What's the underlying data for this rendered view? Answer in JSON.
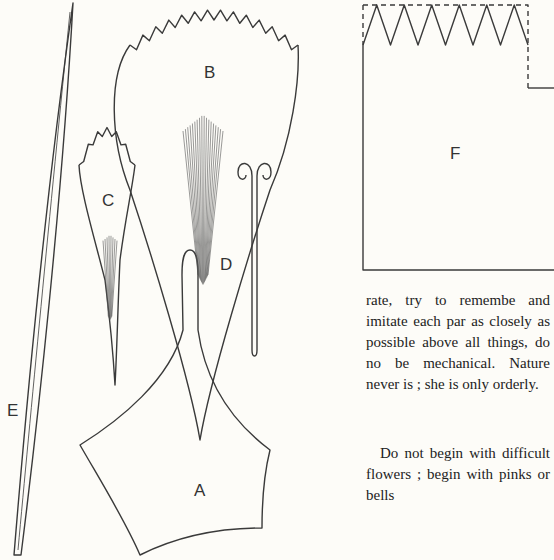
{
  "diagram": {
    "labels": [
      "A",
      "B",
      "C",
      "D",
      "E",
      "F",
      "rate, try to remembe and imitate each par as closely as possible above all things, do no be mechanical. Nature never is ; she is only orderly.",
      "Do not begin with difficult flowers ; begin with pinks or bells"
    ]
  }
}
